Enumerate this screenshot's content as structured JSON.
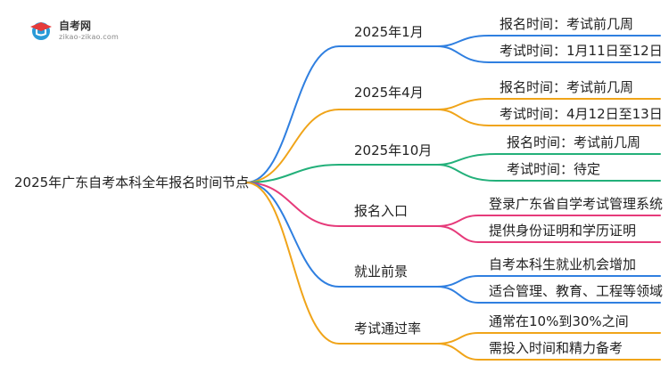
{
  "brand": {
    "name": "自考网",
    "url": "zikao-zikao.com",
    "logo_icon": "graduation-cap-icon"
  },
  "root": {
    "label": "2025年广东自考本科全年报名时间节点"
  },
  "branches": [
    {
      "label": "2025年1月",
      "color": "#2f7fe0",
      "children": [
        "报名时间：考试前几周",
        "考试时间：1月11日至12日"
      ]
    },
    {
      "label": "2025年4月",
      "color": "#f0a419",
      "children": [
        "报名时间：考试前几周",
        "考试时间：4月12日至13日"
      ]
    },
    {
      "label": "2025年10月",
      "color": "#23b07a",
      "children": [
        "报名时间：考试前几周",
        "考试时间：待定"
      ]
    },
    {
      "label": "报名入口",
      "color": "#e63a7a",
      "children": [
        "登录广东省自学考试管理系统",
        "提供身份证明和学历证明"
      ]
    },
    {
      "label": "就业前景",
      "color": "#2f7fe0",
      "children": [
        "自考本科生就业机会增加",
        "适合管理、教育、工程等领域"
      ]
    },
    {
      "label": "考试通过率",
      "color": "#f0a419",
      "children": [
        "通常在10%到30%之间",
        "需投入时间和精力备考"
      ]
    }
  ]
}
